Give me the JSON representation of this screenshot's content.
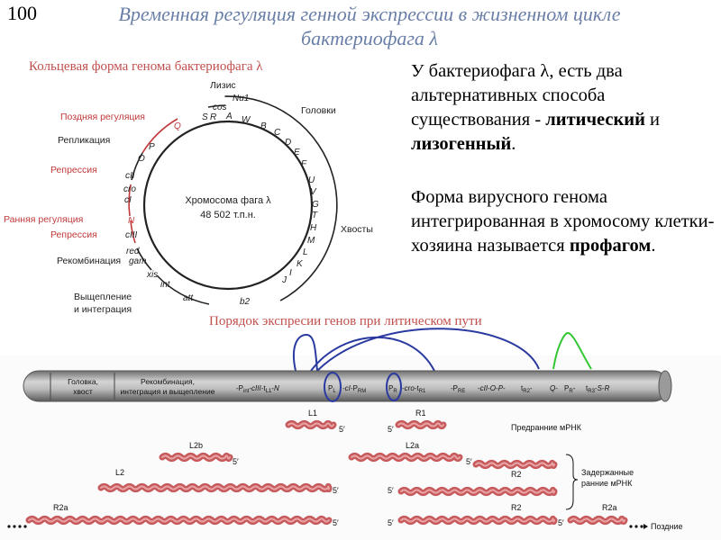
{
  "slide_number": "100",
  "title": {
    "line1": "Временная регуляция генной экспрессии в жизненном цикле",
    "line2": "бактериофага λ"
  },
  "genome_caption": "Кольцевая форма генома бактериофага λ",
  "text_panel": {
    "para1_start": "У бактериофага λ, есть два альтернативных способа существования - ",
    "lytic": "литический",
    "and": " и ",
    "lysogenic": "лизогенный",
    "para1_end": ".",
    "para2_start": "Форма вирусного генома интегрированная в хромосому клетки-хозяина называется ",
    "prophage": "профагом",
    "para2_end": "."
  },
  "lytic_order_caption": "Порядок экспресии генов при литическом пути",
  "circle_map": {
    "chromosome_label": "Хромосома фага λ",
    "size_label": "48 502 т.п.н.",
    "region_labels": {
      "lysis": "Лизис",
      "heads": "Головки",
      "tails": "Хвосты",
      "replication": "Репликация",
      "recombination": "Рекомбинация",
      "excision_line1": "Выщепление",
      "excision_line2": "и интеграция"
    },
    "regulation_labels": {
      "late": "Поздняя регуляция",
      "repression_1": "Репрессия",
      "early": "Ранняя регуляция",
      "repression_2": "Репрессия"
    },
    "genes": {
      "nu1": "Nu1",
      "cos": "cos",
      "A": "A",
      "W": "W",
      "B": "B",
      "C": "C",
      "D": "D",
      "E": "E",
      "F": "F",
      "U": "U",
      "V": "V",
      "G": "G",
      "T": "T",
      "H": "H",
      "M": "M",
      "L": "L",
      "K": "K",
      "I": "I",
      "J": "J",
      "b2": "b2",
      "att": "att",
      "int": "int",
      "xis": "xis",
      "gam": "gam",
      "red": "red",
      "cIII": "cIII",
      "N": "N",
      "cI": "cI",
      "cro": "cro",
      "cII": "cII",
      "O": "O",
      "P": "P",
      "Q": "Q",
      "S": "S",
      "R": "R"
    },
    "colors": {
      "regulation": "#c0393b",
      "ring": "#222222"
    }
  },
  "linear_map": {
    "left_block_1": "Головка,",
    "left_block_2": "хвост",
    "middle_block_1": "Рекомбинация,",
    "middle_block_2": "интеграция и выщепление",
    "elements": [
      "P",
      "int",
      "cIII",
      "t",
      "L1",
      "N",
      "P",
      "L",
      "cI",
      "P",
      "RM",
      "P",
      "R",
      "cro",
      "t",
      "R1",
      "P",
      "RE",
      "cII",
      "O",
      "P",
      "t",
      "R2",
      "Q",
      "P",
      "R",
      "t",
      "R3",
      "S",
      "R"
    ]
  },
  "transcripts": {
    "L1": "L1",
    "R1": "R1",
    "L2b": "L2b",
    "L2a": "L2a",
    "L2": "L2",
    "R2": "R2",
    "R2a": "R2a",
    "five_prime": "5′",
    "pre_early": "Предранние мРНК",
    "delayed_early_1": "Задержанные",
    "delayed_early_2": "ранние мРНК",
    "late": "Поздние"
  }
}
